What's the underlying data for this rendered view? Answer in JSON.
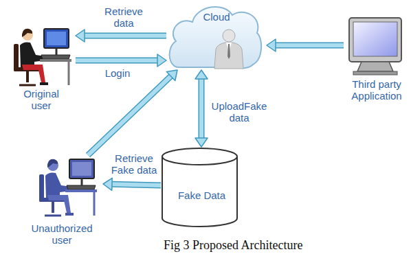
{
  "diagram": {
    "caption": "Fig 3 Proposed Architecture",
    "nodes": [
      {
        "text": [
          "Original user"
        ]
      },
      {
        "text": [
          "Cloud"
        ]
      },
      {
        "text": [
          "Third party Application"
        ]
      },
      {
        "text": [
          "Fake Data"
        ]
      },
      {
        "text": [
          "Unauthorized user"
        ]
      }
    ],
    "edges": [
      {
        "from": 1,
        "to": 0,
        "label": "Retrieve data",
        "arrow": "to"
      },
      {
        "from": 0,
        "to": 1,
        "label": "Login",
        "arrow": "to"
      },
      {
        "from": 2,
        "to": 1,
        "arrow": "to"
      },
      {
        "from": 1,
        "to": 3,
        "label": "UploadFake data",
        "arrow": "both"
      },
      {
        "from": 4,
        "to": 1,
        "arrow": "to"
      },
      {
        "from": 3,
        "to": 4,
        "label": "Retrieve Fake data",
        "arrow": "to"
      }
    ]
  }
}
